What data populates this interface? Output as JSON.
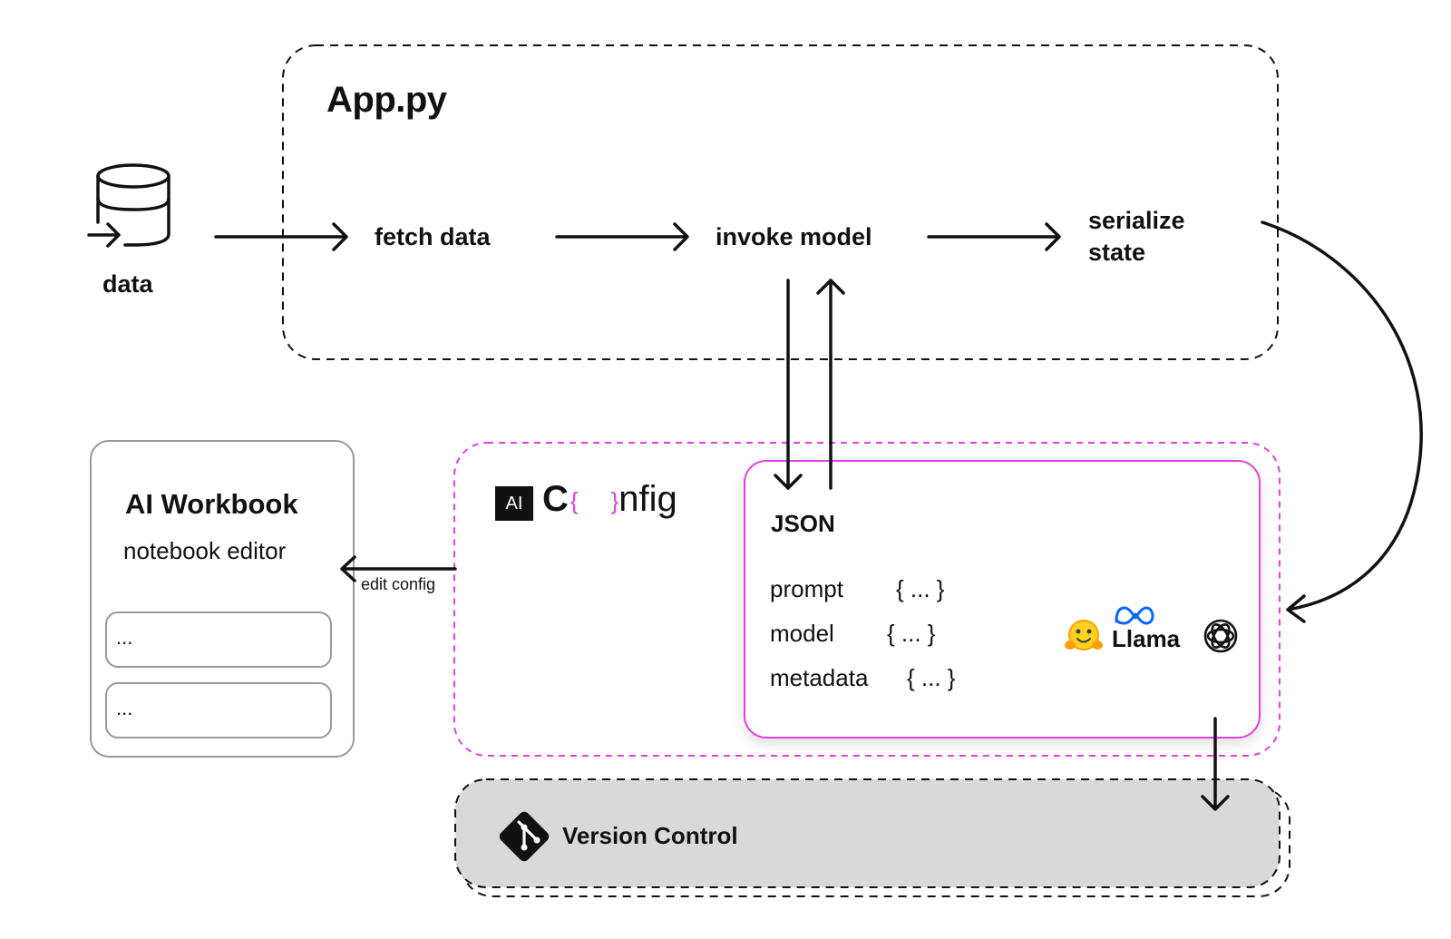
{
  "app_box": {
    "title": "App.py"
  },
  "data_source": {
    "label": "data",
    "icon": "database-import-icon"
  },
  "pipeline": {
    "fetch": "fetch data",
    "invoke": "invoke model",
    "serialize_line1": "serialize",
    "serialize_line2": "state"
  },
  "workbook": {
    "title": "AI Workbook",
    "subtitle": "notebook editor",
    "cells": [
      "...",
      "..."
    ],
    "edit_label": "edit config"
  },
  "aiconfig": {
    "badge": "AI",
    "logo_start": "C",
    "logo_brace_open": "{",
    "logo_brace_close": "}",
    "logo_end": "nfig",
    "accent_color": "#e040e0"
  },
  "json_card": {
    "heading": "JSON",
    "rows": [
      {
        "key": "prompt",
        "value": "{ ... }"
      },
      {
        "key": "model",
        "value": "{ ... }"
      },
      {
        "key": "metadata",
        "value": "{ ... }"
      }
    ],
    "providers": {
      "llama_label": "Llama",
      "icons": [
        "hugging-face-icon",
        "meta-icon",
        "openai-icon"
      ]
    }
  },
  "version_control": {
    "label": "Version Control",
    "icon": "git-icon"
  }
}
